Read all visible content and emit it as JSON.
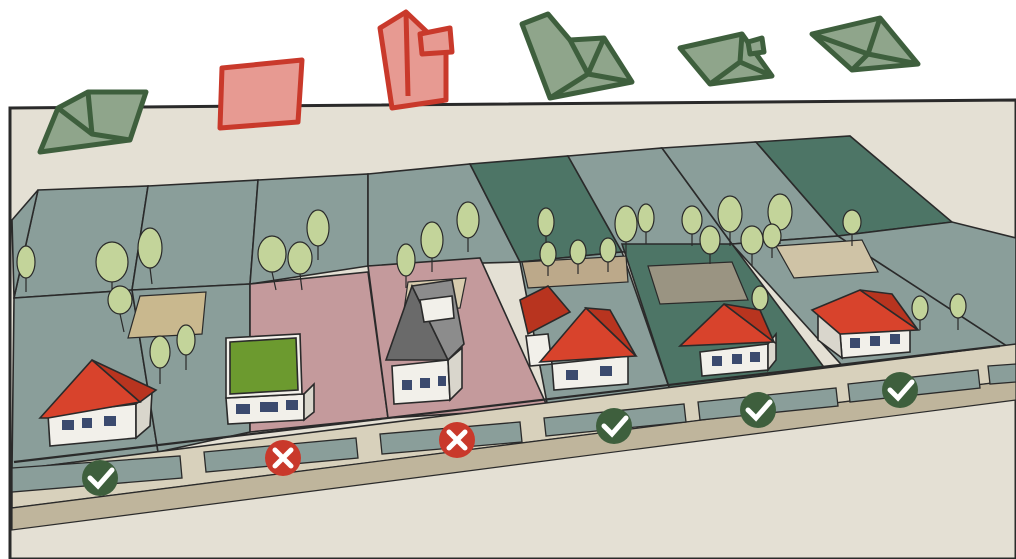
{
  "roof_types": [
    {
      "id": "hip-roof",
      "status": "allowed"
    },
    {
      "id": "flat-roof",
      "status": "not-allowed"
    },
    {
      "id": "gable-roof",
      "status": "not-allowed"
    },
    {
      "id": "hip-roof-with-wing",
      "status": "allowed"
    },
    {
      "id": "hip-roof-with-chimney",
      "status": "allowed"
    },
    {
      "id": "pyramid-roof",
      "status": "allowed"
    }
  ],
  "plots": [
    {
      "roof": "hip",
      "status": "allowed"
    },
    {
      "roof": "flat",
      "status": "not-allowed"
    },
    {
      "roof": "gable",
      "status": "not-allowed"
    },
    {
      "roof": "hip-with-wing",
      "status": "allowed"
    },
    {
      "roof": "hip",
      "status": "allowed"
    },
    {
      "roof": "hip",
      "status": "allowed"
    }
  ],
  "colors": {
    "allowed": "#3e5f3d",
    "allowed_fill": "#8fa58b",
    "not_allowed": "#c9392b",
    "not_allowed_fill": "#e79a92",
    "plot_grey": "#8a9e9a",
    "plot_dark": "#4d7566",
    "plot_pink": "#c49a9c",
    "roof_tiles": "#d8432c",
    "ground": "#e4e0d4",
    "street": "#d8d1bc",
    "tree": "#c3d49a"
  }
}
